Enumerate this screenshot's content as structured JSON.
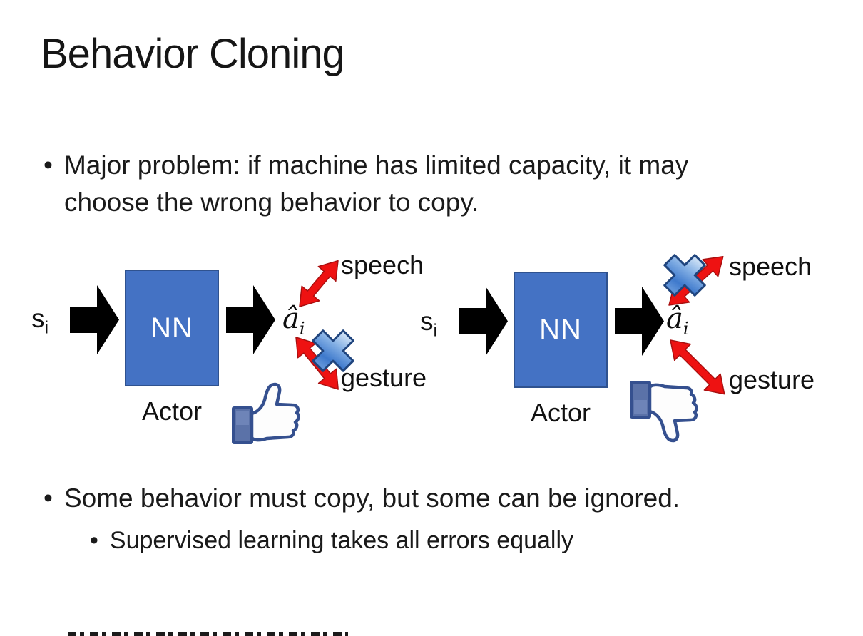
{
  "slide": {
    "title": "Behavior Cloning",
    "bullet_glyph": "•",
    "bullets": {
      "major_problem": "Major problem: if machine has limited capacity, it may choose the wrong behavior to copy.",
      "some_behavior": "Some behavior must copy, but some can be ignored.",
      "supervised": "Supervised learning takes all errors equally"
    }
  },
  "diagram_left": {
    "input_base": "s",
    "input_sub": "i",
    "nn_label": "NN",
    "actor_label": "Actor",
    "output_base": "â",
    "output_sub": "i",
    "speech_label": "speech",
    "gesture_label": "gesture",
    "feedback_icon": "thumbs-up",
    "crossed_out_action": "gesture"
  },
  "diagram_right": {
    "input_base": "s",
    "input_sub": "i",
    "nn_label": "NN",
    "actor_label": "Actor",
    "output_base": "â",
    "output_sub": "i",
    "speech_label": "speech",
    "gesture_label": "gesture",
    "feedback_icon": "thumbs-down",
    "crossed_out_action": "speech"
  },
  "colors": {
    "nn_box_fill": "#4472C4",
    "nn_box_border": "#2F528F",
    "flow_arrow_black": "#000000",
    "action_arrow_red": "#EE1212",
    "cross_icon_blue": "#4A86D8",
    "thumb_outline_blue": "#35508F",
    "text": "#1A1A1A"
  }
}
